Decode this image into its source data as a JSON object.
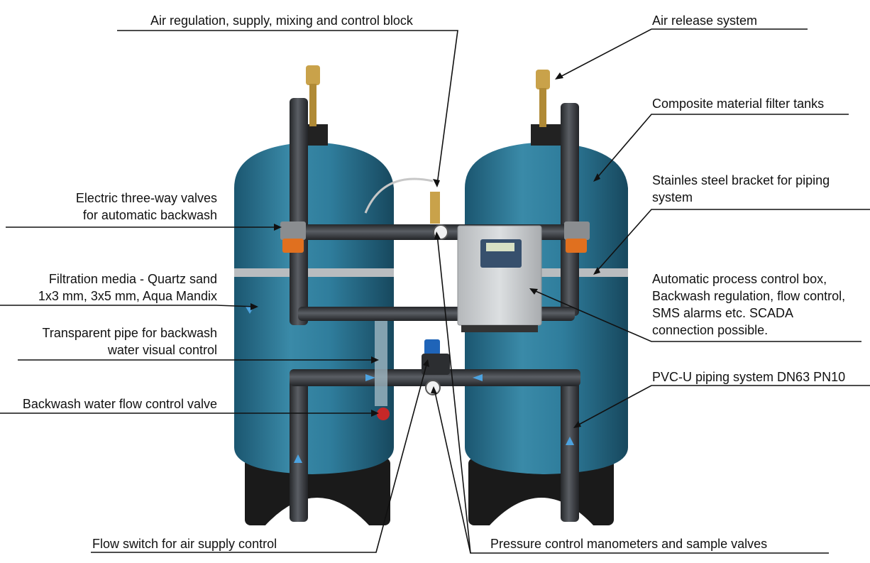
{
  "colors": {
    "tank": "#2f7d9c",
    "tank_dark": "#1d5a75",
    "tank_light": "#5aa3bd",
    "pipe": "#3a3d42",
    "band": "#b9bcbf",
    "box": "#c9cccf",
    "arrow_marker": "#4da3e0",
    "brass": "#c9a24a",
    "actuator": "#e0701f",
    "line": "#111111"
  },
  "labels": {
    "air_regulation": "Air regulation, supply, mixing and control block",
    "air_release": "Air release system",
    "composite_tanks": "Composite material filter tanks",
    "bracket_line1": "Stainles steel bracket for piping",
    "bracket_line2": "system",
    "valves_line1": "Electric three-way valves",
    "valves_line2": "for automatic backwash",
    "media_line1": "Filtration media - Quartz sand",
    "media_line2": "1x3 mm, 3x5 mm, Aqua Mandix",
    "control_line1": "Automatic process control box,",
    "control_line2": "Backwash regulation, flow control,",
    "control_line3": "SMS alarms etc. SCADA",
    "control_line4": "connection possible.",
    "transparent_line1": "Transparent pipe for backwash",
    "transparent_line2": "water visual control",
    "pvc_piping": "PVC-U piping system DN63 PN10",
    "backwash_valve": "Backwash water flow control valve",
    "flow_switch": "Flow switch for air supply control",
    "manometers": "Pressure control manometers and sample valves"
  }
}
